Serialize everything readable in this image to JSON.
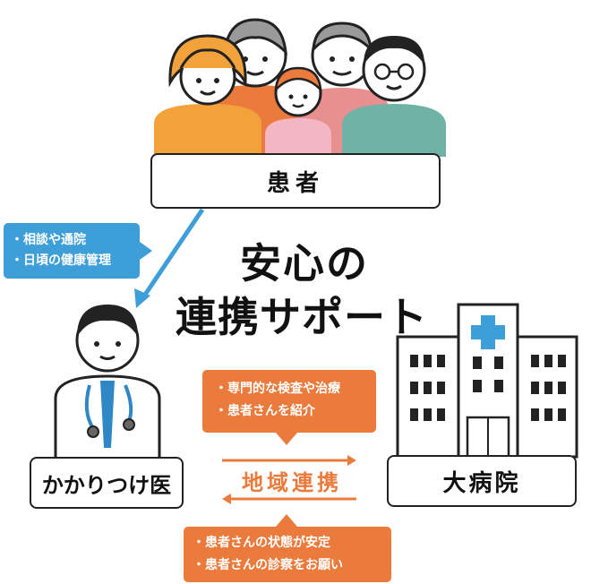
{
  "nodes": {
    "patient": "患者",
    "clinic": "かかりつけ医",
    "hospital": "大病院"
  },
  "headline": {
    "line1": "安心の",
    "line2": "連携サポート"
  },
  "patient_to_clinic_note": [
    "・相談や通院",
    "・日頃の健康管理"
  ],
  "clinic_to_hospital_note": [
    "・専門的な検査や治療",
    "・患者さんを紹介"
  ],
  "hospital_to_clinic_note": [
    "・患者さんの状態が安定",
    "・患者さんの診察をお願い"
  ],
  "link_label": "地域連携",
  "colors": {
    "blue": "#3e9ed8",
    "orange": "#ea7b3d",
    "hospital_cross": "#3e9ed8"
  },
  "icons": [
    "family-illustration",
    "doctor-illustration",
    "hospital-building-illustration"
  ]
}
